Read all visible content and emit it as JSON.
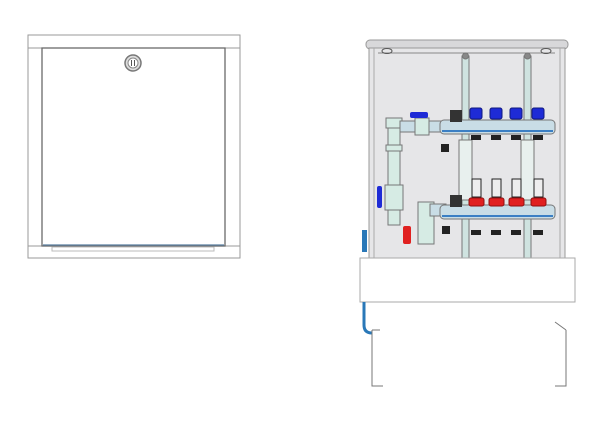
{
  "views": {
    "closed": {
      "name": "closed-cabinet-front-view"
    },
    "open": {
      "name": "open-cabinet-manifold-view",
      "supply_outlets": 4,
      "return_outlets": 4
    }
  },
  "colors": {
    "frame": "#9a9a9a",
    "panel": "#e4e4e6",
    "pipe": "#cfe3e0",
    "manifold": "#c9dde6",
    "blue_cap": "#1e2bd6",
    "red_cap": "#e02020",
    "dark": "#222222",
    "accent_blue": "#2a78b8"
  }
}
